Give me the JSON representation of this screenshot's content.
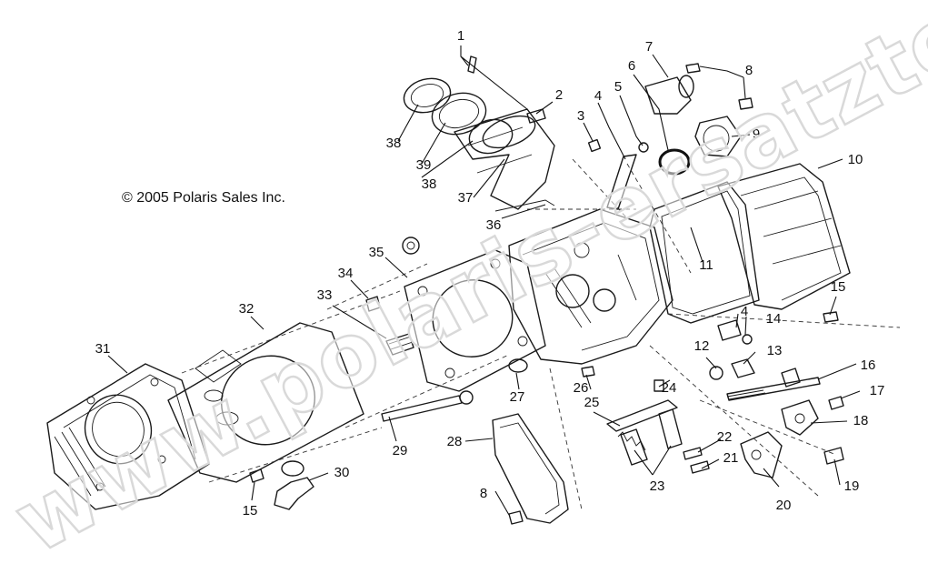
{
  "copyright": "© 2005 Polaris Sales Inc.",
  "watermark": "www.polaris-ersatzteile.de",
  "callouts": [
    "1",
    "2",
    "3",
    "4",
    "5",
    "6",
    "7",
    "8",
    "9",
    "10",
    "11",
    "12",
    "13",
    "14",
    "15",
    "16",
    "17",
    "18",
    "19",
    "20",
    "21",
    "22",
    "23",
    "24",
    "25",
    "26",
    "27",
    "28",
    "29",
    "30",
    "31",
    "32",
    "33",
    "34",
    "35",
    "36",
    "37",
    "38",
    "39",
    "4",
    "8",
    "15",
    "38"
  ]
}
